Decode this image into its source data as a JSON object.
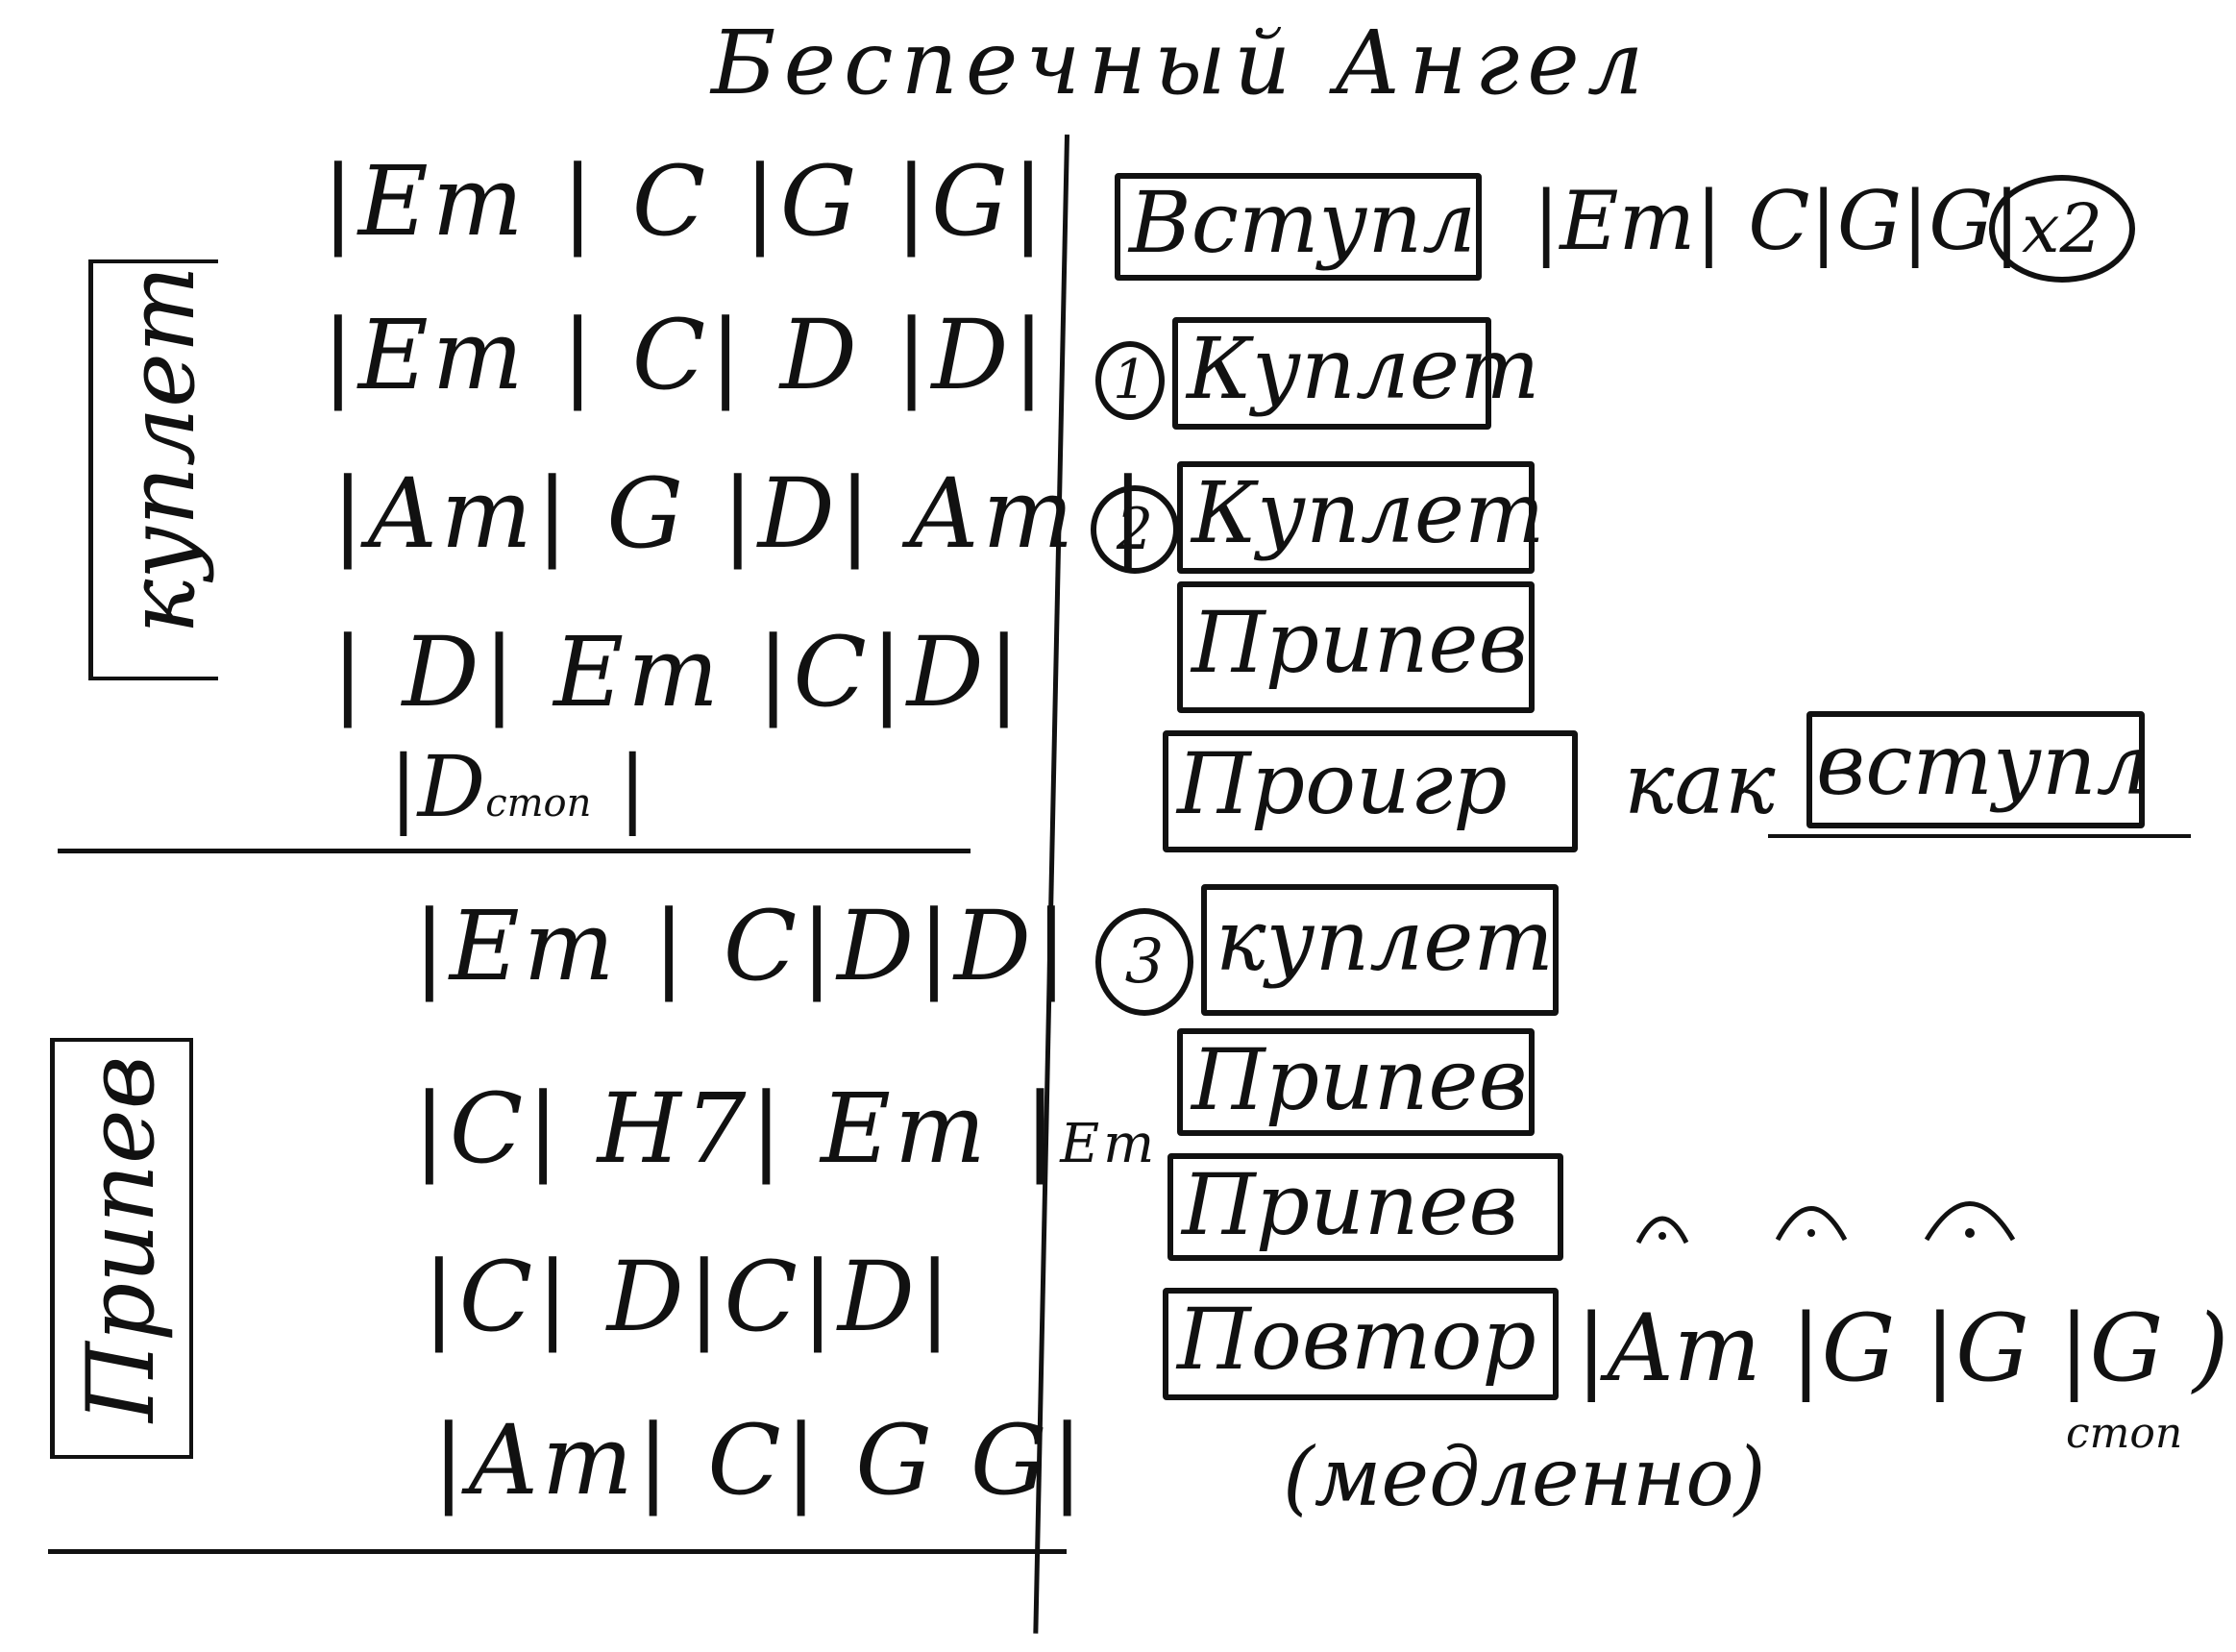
{
  "title": "Беспечный Ангел",
  "sections": {
    "verse_label": "куплет",
    "chorus_label": "Припев"
  },
  "verse": {
    "lines": [
      "|Em | C |G  |G|",
      "|Em | C| D  |D|",
      "|Am| G |D| Am |",
      "| D| Em |C|D|",
      "|D"
    ],
    "stop_note": "стоп",
    "line5_tail": " |"
  },
  "chorus": {
    "lines": [
      "|Em | C|D|D|",
      "|C| H7| Em |",
      "|C| D|C|D|",
      "|Am| C| G G|"
    ],
    "line2_tail": "Em"
  },
  "structure": {
    "intro_label": "Вступл",
    "intro_chords": "|Em| C|G|G|",
    "intro_repeat": "x2",
    "items": [
      {
        "num": "1",
        "label": "Куплет"
      },
      {
        "num": "2",
        "label": "Куплет"
      },
      {
        "num": "",
        "label": "Припев"
      },
      {
        "num": "",
        "label": "Проигр"
      },
      {
        "num": "3",
        "label": "куплет"
      },
      {
        "num": "",
        "label": "Припев"
      },
      {
        "num": "",
        "label": "Припев"
      },
      {
        "num": "",
        "label": "Повтор"
      }
    ],
    "interlude_text": "как",
    "interlude_ref": "вступл",
    "outro_chords": "|Am |G |G |G )",
    "outro_stop": "стоп",
    "outro_note": "(медленно)"
  }
}
